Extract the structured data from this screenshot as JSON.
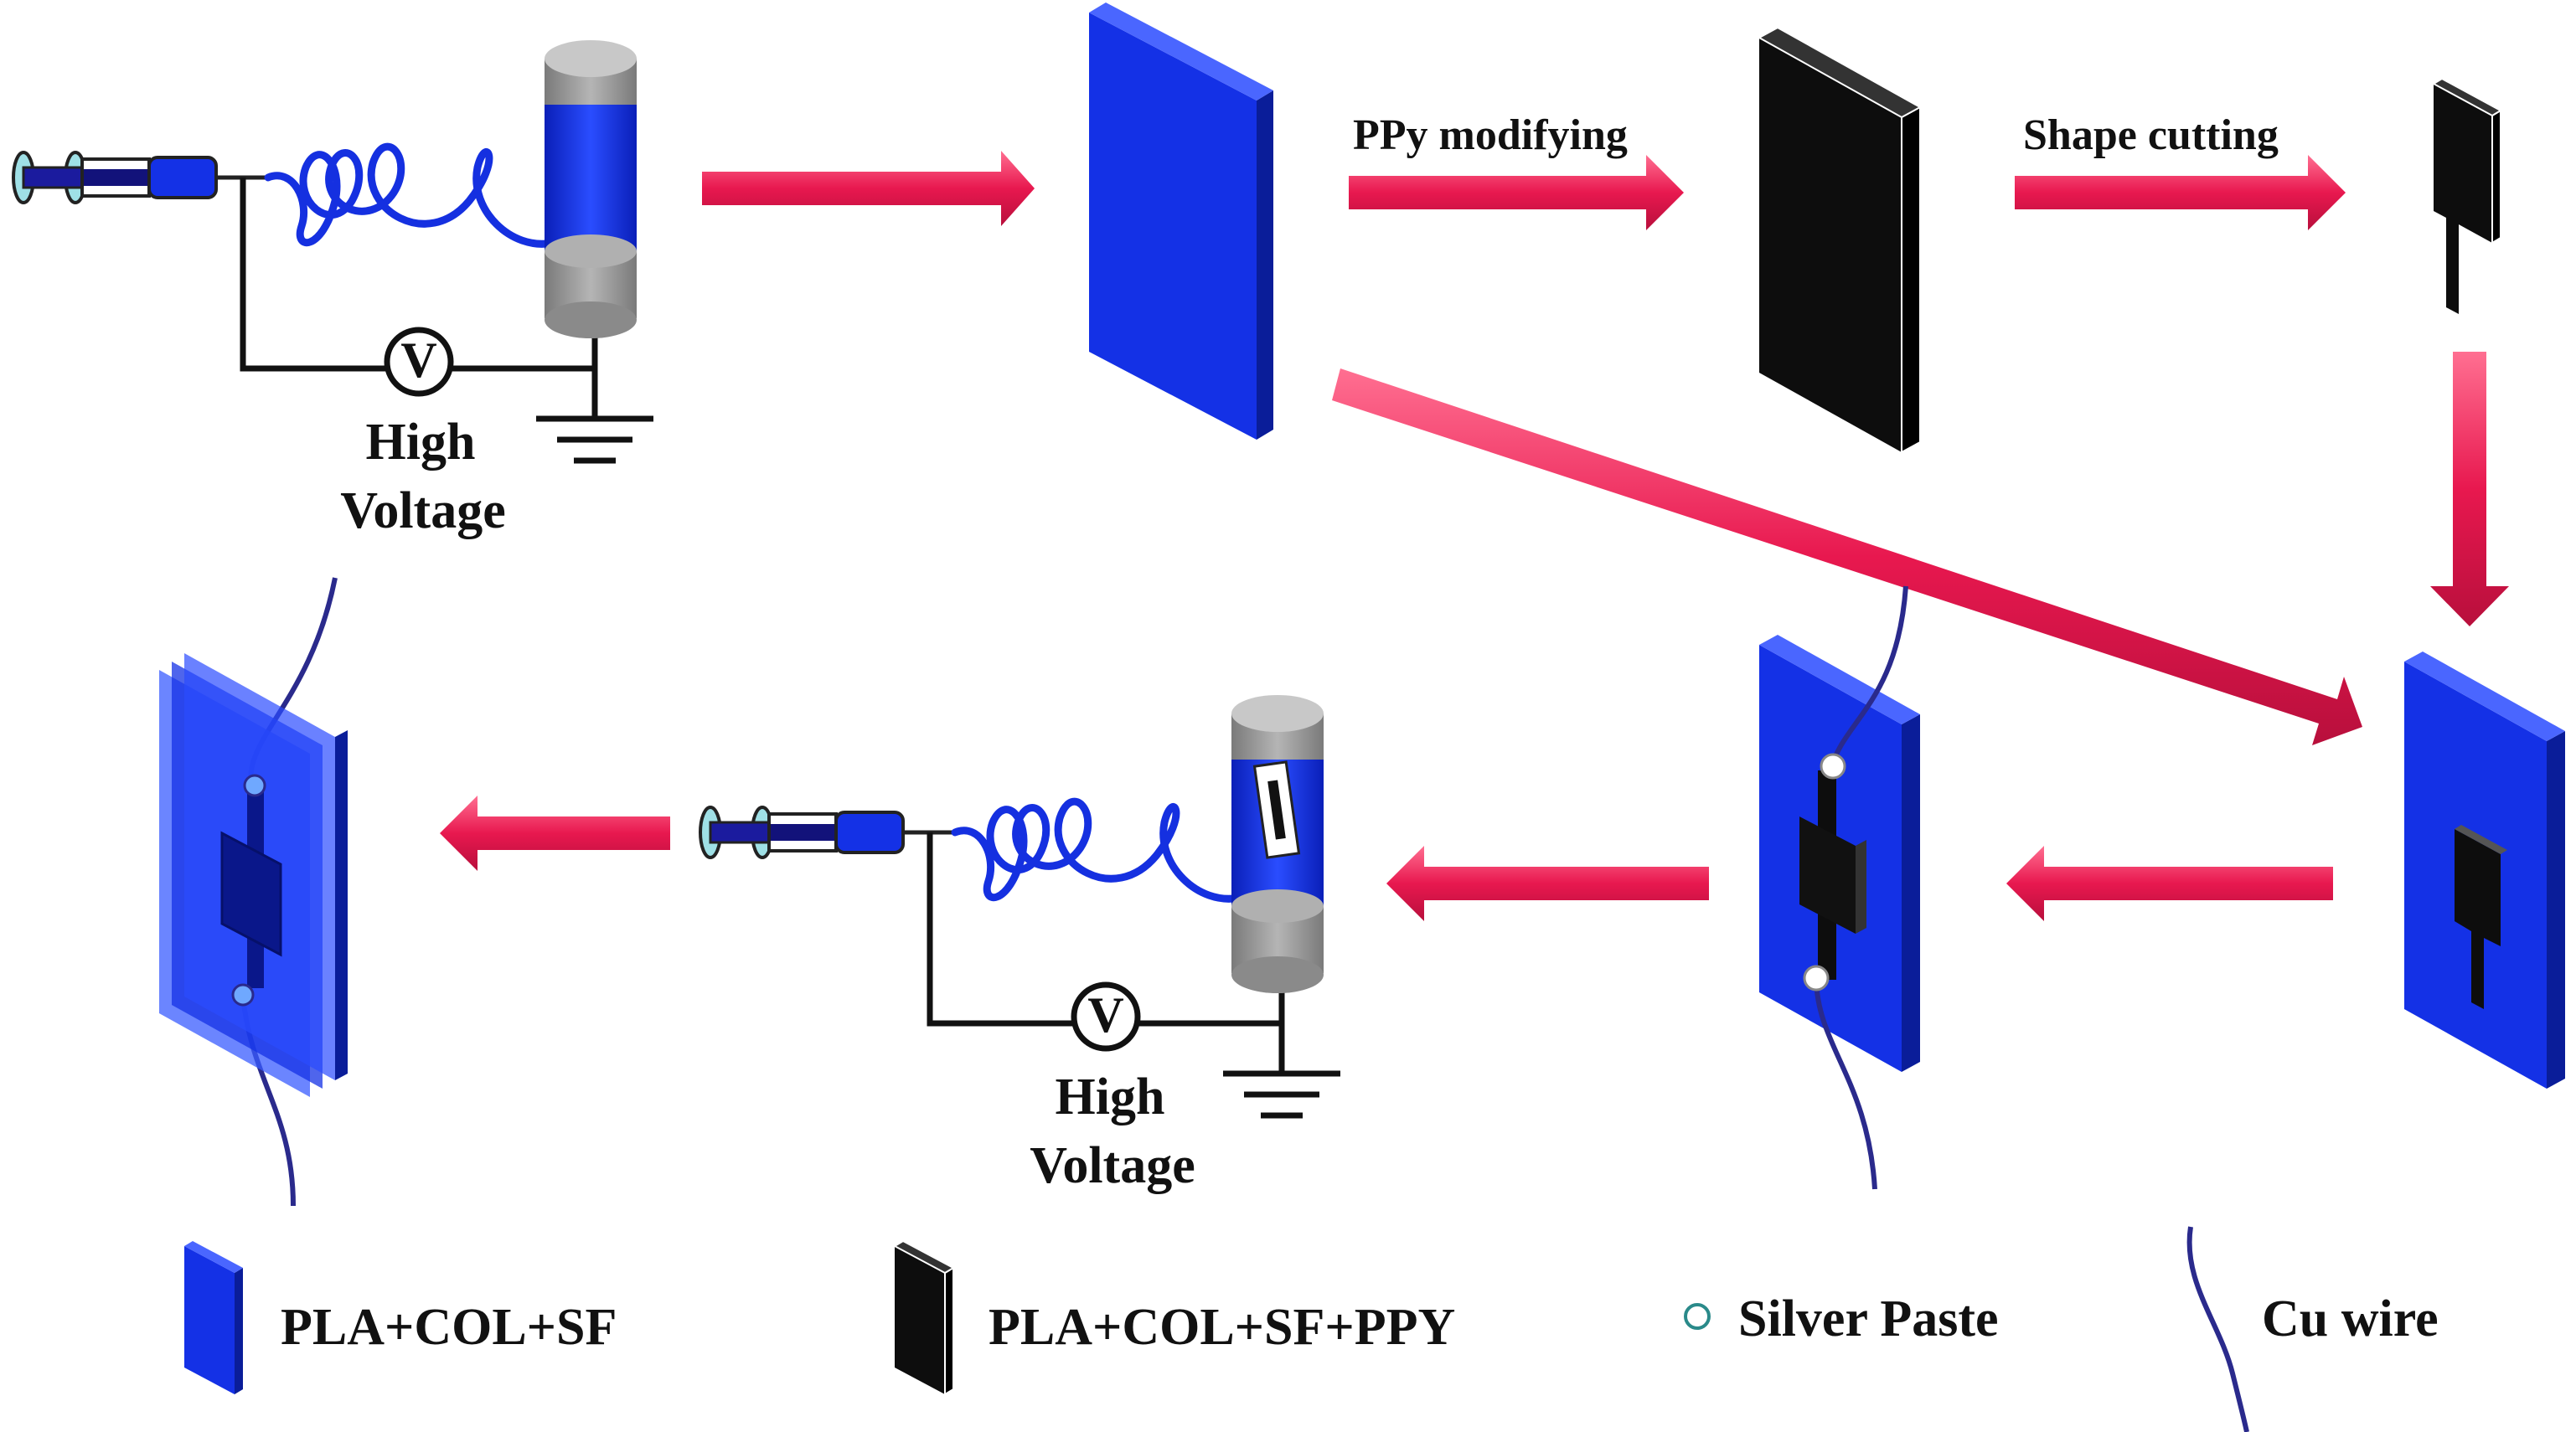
{
  "steps": {
    "ppy_modifying": "PPy modifying",
    "shape_cutting": "Shape cutting"
  },
  "electrospinning": {
    "top_label_line1": "High",
    "top_label_line2": "Voltage",
    "bottom_label_line1": "High",
    "bottom_label_line2": "Voltage",
    "voltmeter_symbol": "V"
  },
  "legend": {
    "item_blue": "PLA+COL+SF",
    "item_black": "PLA+COL+SF+PPY",
    "item_silver": "Silver Paste",
    "item_wire": "Cu wire"
  },
  "colors": {
    "arrow": "#e8184f",
    "membrane_blue": "#1431e6",
    "membrane_black": "#0d0d0d",
    "wire": "#2a2a8c",
    "fiber": "#1530e0",
    "collector_gray": "#9a9a9a"
  }
}
